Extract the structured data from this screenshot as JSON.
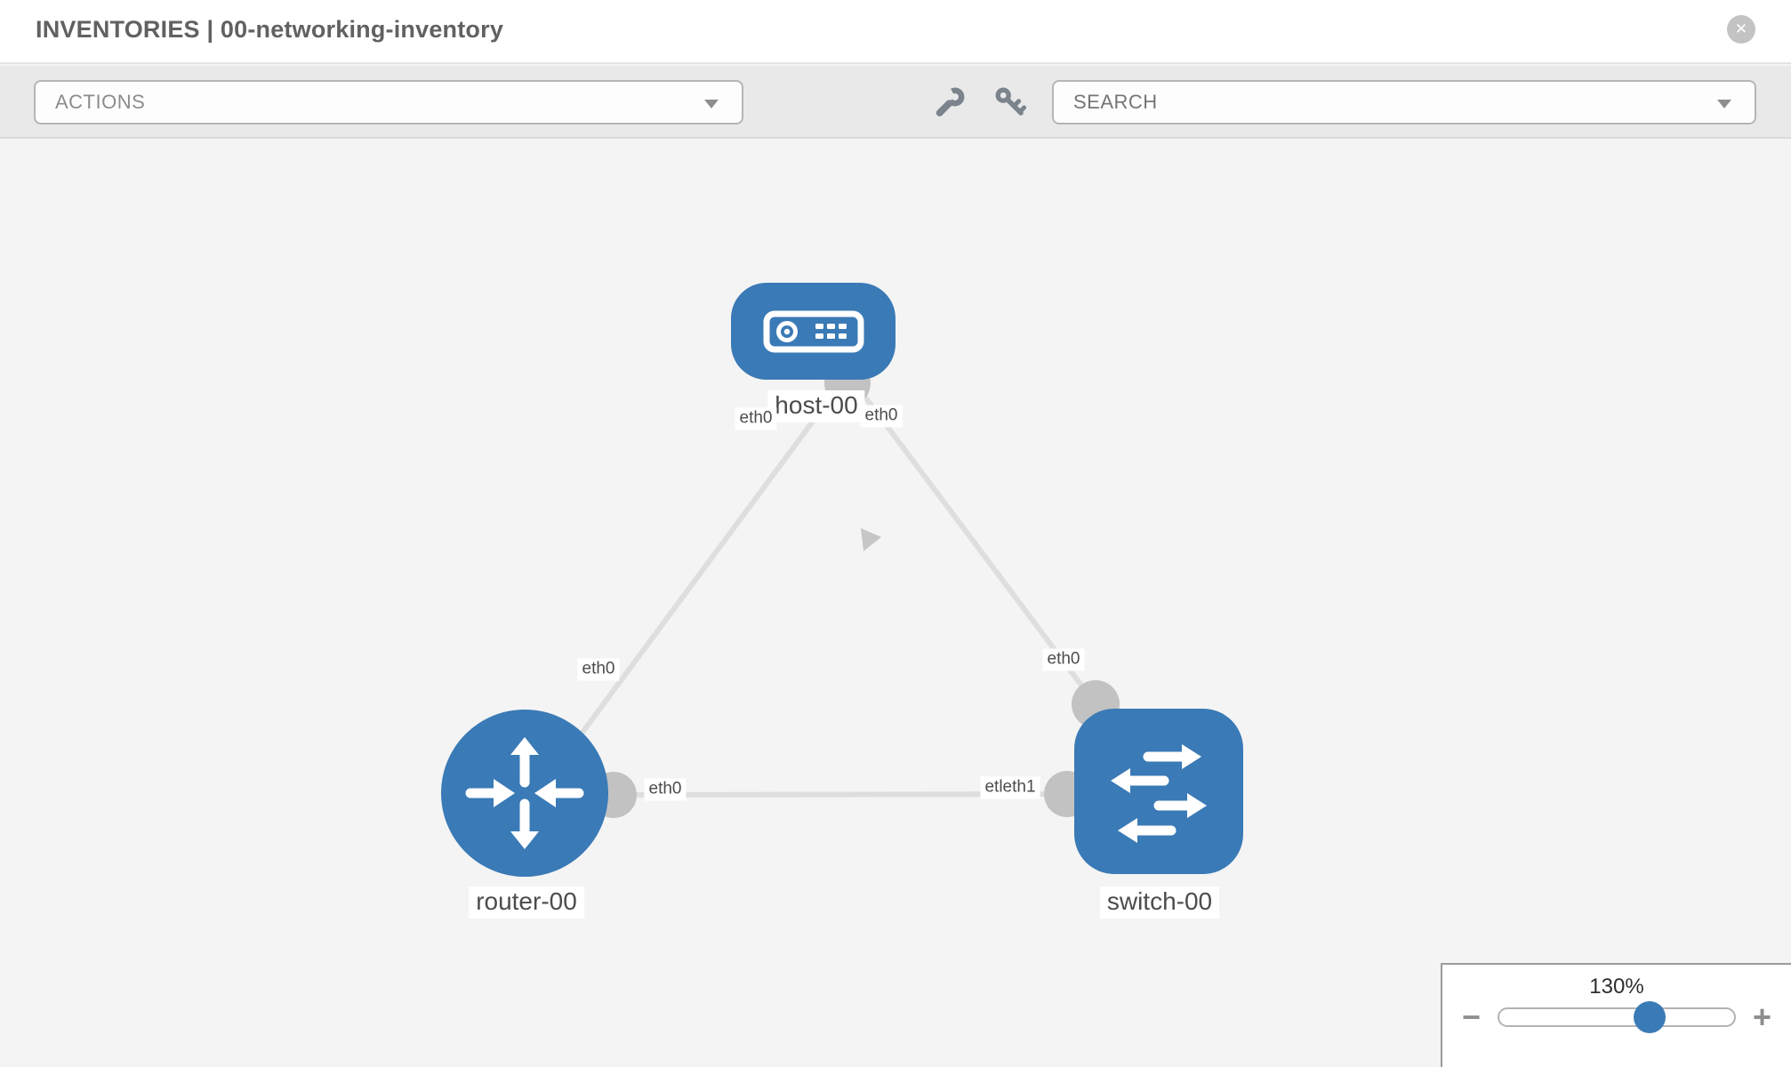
{
  "header": {
    "title": "INVENTORIES | 00-networking-inventory",
    "close_glyph": "✕"
  },
  "toolbar": {
    "actions_label": "ACTIONS",
    "search_placeholder": "SEARCH",
    "icons": [
      "wrench-icon",
      "key-icon"
    ]
  },
  "topology": {
    "nodes": [
      {
        "label": "host-00",
        "type": "host"
      },
      {
        "label": "router-00",
        "type": "router"
      },
      {
        "label": "switch-00",
        "type": "switch"
      }
    ],
    "interface_labels": [
      {
        "text": "eth0",
        "near": "host-00-left"
      },
      {
        "text": "eth0",
        "near": "host-00-right"
      },
      {
        "text": "eth0",
        "near": "link-to-router-00"
      },
      {
        "text": "eth0",
        "near": "router-00-right"
      },
      {
        "text": "eth0",
        "near": "link-to-switch-00-top"
      },
      {
        "text": "etleth1",
        "near": "switch-00-left-overlapping-labels"
      }
    ],
    "links": [
      {
        "from": "host-00",
        "to": "router-00",
        "labels": [
          "eth0",
          "eth0"
        ]
      },
      {
        "from": "host-00",
        "to": "switch-00",
        "labels": [
          "eth0",
          "eth0"
        ]
      },
      {
        "from": "router-00",
        "to": "switch-00",
        "labels": [
          "eth0",
          "etleth1"
        ]
      }
    ]
  },
  "zoom_control": {
    "level": "130%",
    "minus_glyph": "−",
    "plus_glyph": "+"
  },
  "colors": {
    "node_blue": "#3a7ab6",
    "connector_gray": "#c2c2c2",
    "link_gray": "#dedede",
    "toolbar_gray": "#e9e9e9",
    "canvas_gray": "#f4f4f4"
  }
}
